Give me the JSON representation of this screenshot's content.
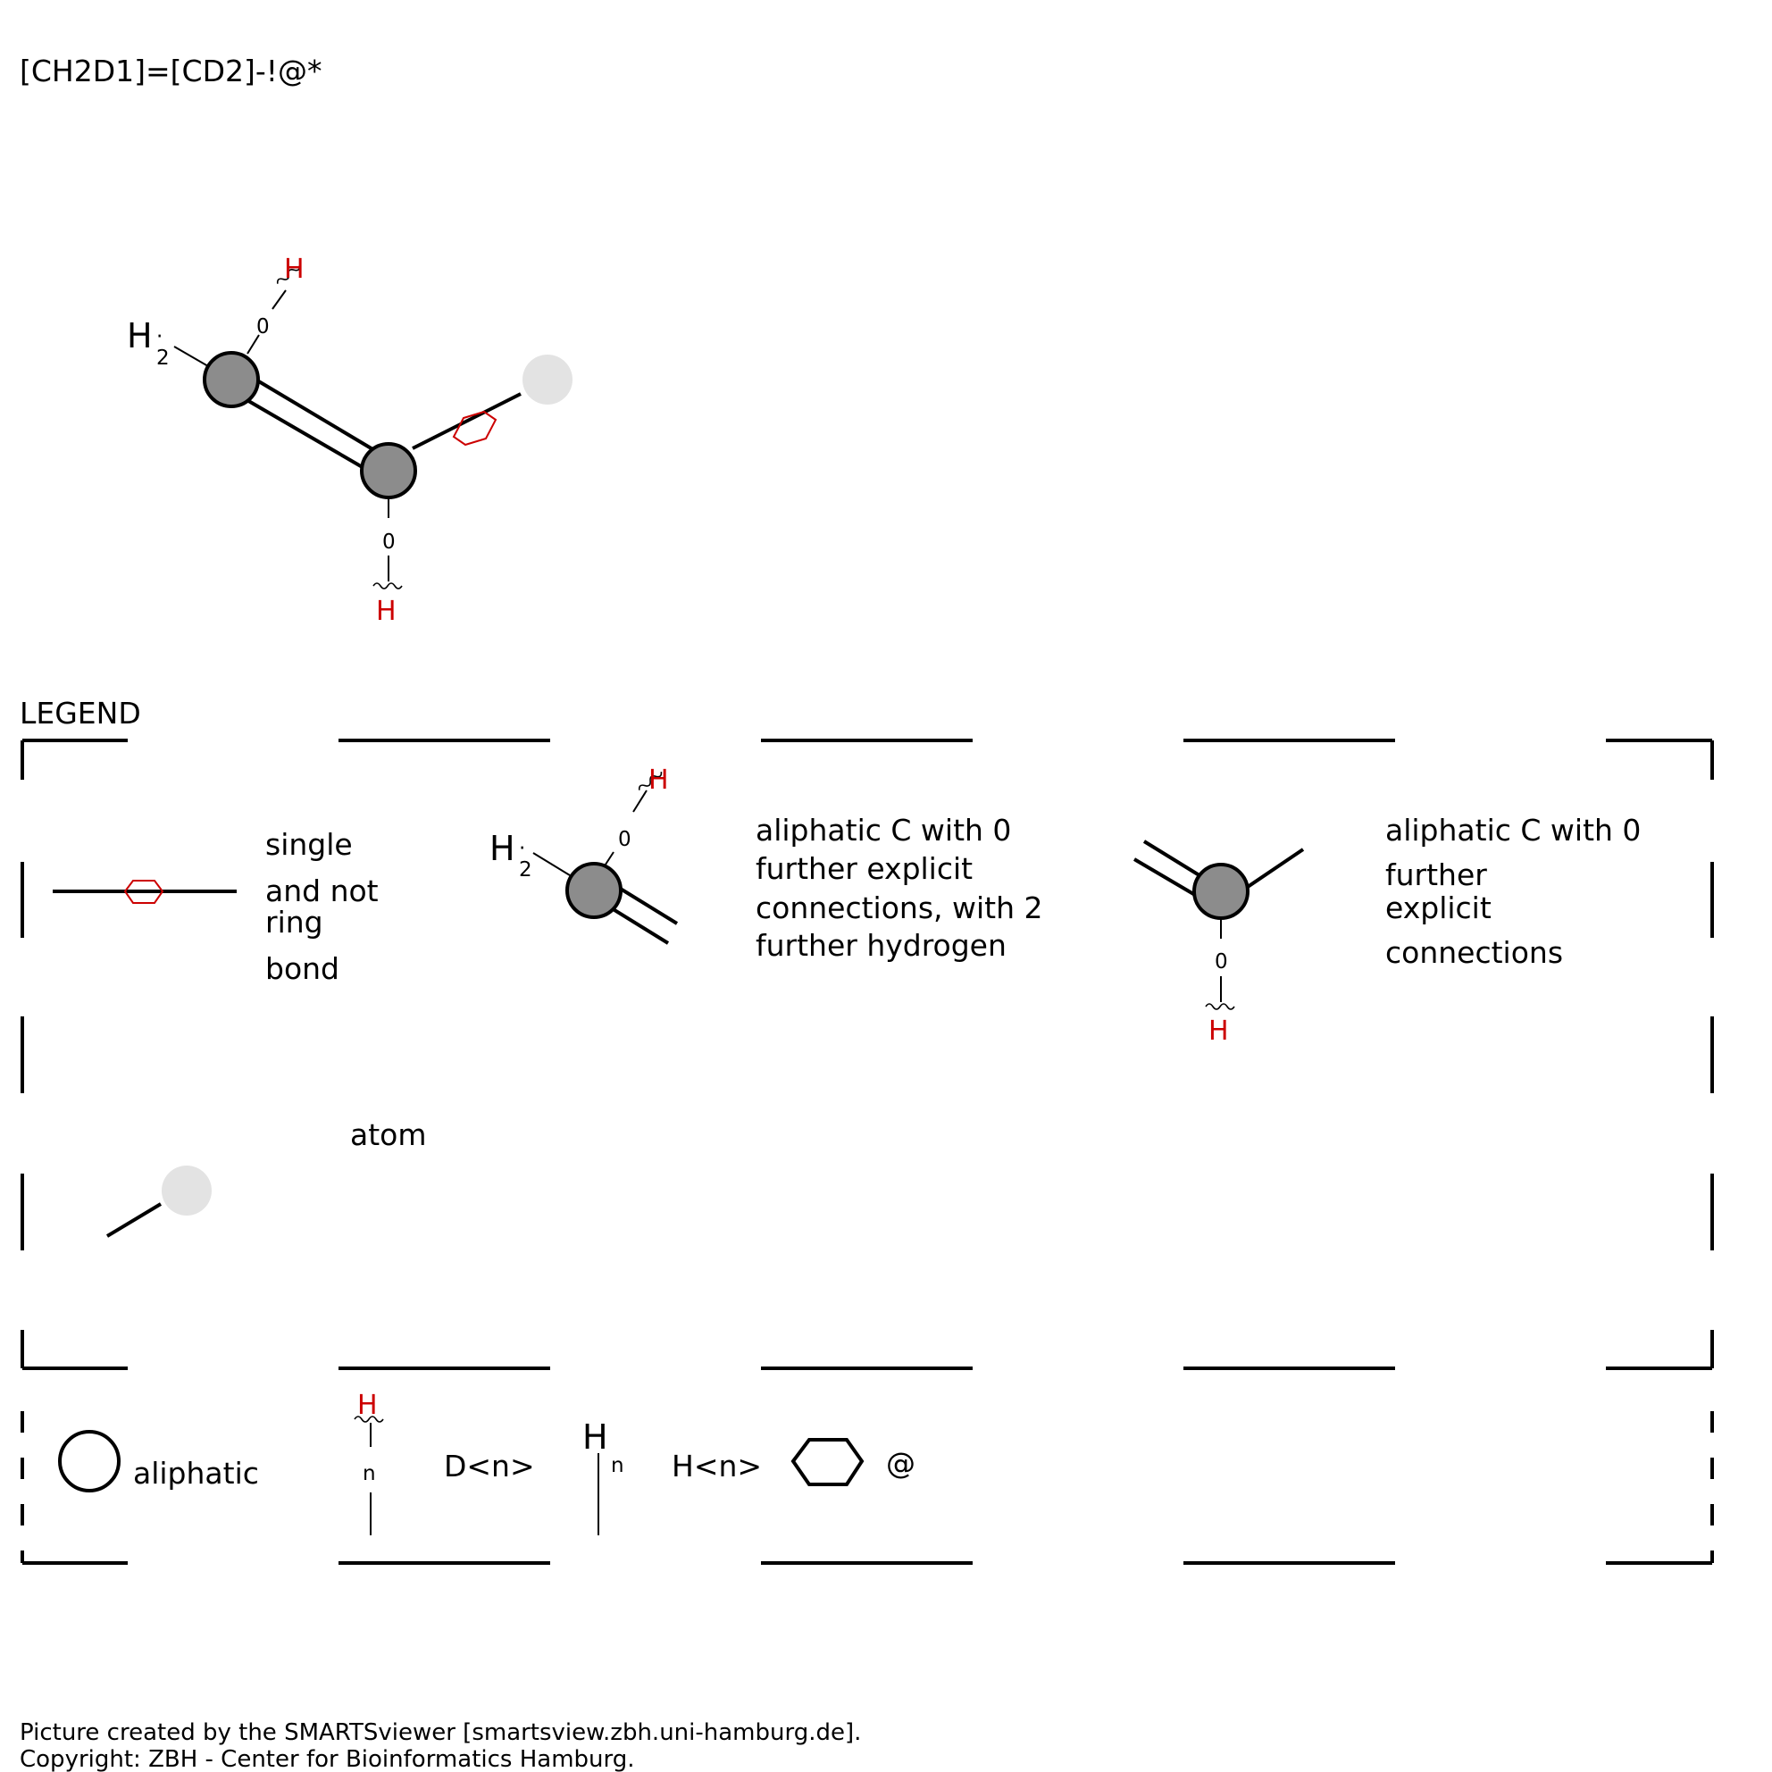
{
  "smarts": "[CH2D1]=[CD2]-!@*",
  "molecule": {
    "atom1_h_count": "2",
    "atom1_d_count": "0",
    "atom2_d_count": "0",
    "h_symbol": "H",
    "h_count_symbol": "H",
    "h_count_sub": "2"
  },
  "legend": {
    "title": "LEGEND",
    "bond_single_not_ring": [
      "single",
      "and not",
      "ring",
      "bond"
    ],
    "atom_c1": [
      "aliphatic C with 0",
      "further explicit",
      "connections, with 2",
      "further hydrogen"
    ],
    "atom_c2": [
      "aliphatic C with 0",
      "further",
      "explicit",
      "connections"
    ],
    "atom_any": "atom",
    "c1_h_sub": "2",
    "c1_d_count": "0",
    "c2_d_count": "0",
    "h_symbol": "H"
  },
  "key": {
    "aliphatic": "aliphatic",
    "d_symbol": "H",
    "d_n": "n",
    "d_label": "D<n>",
    "h_symbol": "H",
    "h_n": "n",
    "h_label": "H<n>",
    "ring_label": "@"
  },
  "footer": {
    "line1": "Picture created by the SMARTSviewer [smartsview.zbh.uni-hamburg.de].",
    "line2": "Copyright: ZBH - Center for Bioinformatics Hamburg."
  },
  "colors": {
    "atom_fill": "#8c8c8c",
    "any_atom_fill": "#e3e3e3",
    "explicit_h": "#cc0000",
    "ring_marker": "#cc0000"
  }
}
